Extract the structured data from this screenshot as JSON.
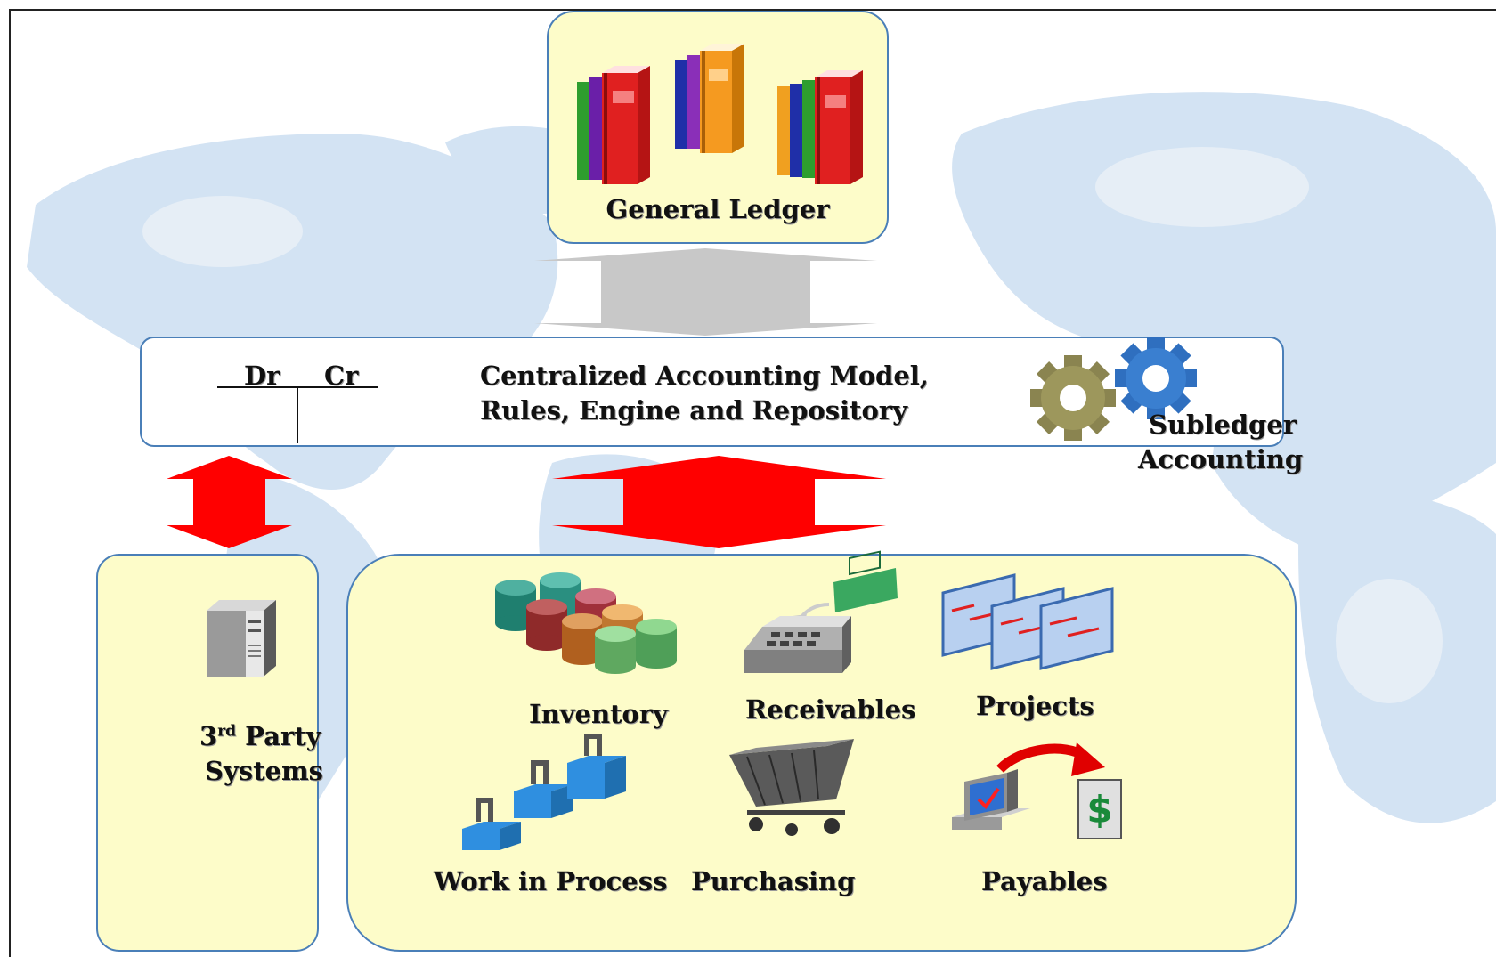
{
  "general_ledger": {
    "label": "General Ledger"
  },
  "accounting_model": {
    "debit_label": "Dr",
    "credit_label": "Cr",
    "line1": "Centralized Accounting Model,",
    "line2": "Rules, Engine and Repository",
    "subledger_line1": "Subledger",
    "subledger_line2": "Accounting"
  },
  "third_party": {
    "line1_num": "3",
    "line1_sup": "rd",
    "line1_rest": " Party",
    "line2": "Systems"
  },
  "modules": {
    "inventory": "Inventory",
    "receivables": "Receivables",
    "projects": "Projects",
    "work_in_process": "Work in Process",
    "purchasing": "Purchasing",
    "payables": "Payables"
  },
  "colors": {
    "panel_fill": "#fdfcc9",
    "panel_border": "#4a7fb8",
    "arrow_red": "#ff0000",
    "arrow_gray": "#c8c8c8",
    "map_blue": "#cfe1f2"
  },
  "icons": {
    "ledger": "books-icon",
    "gears": "gears-icon",
    "server": "server-icon",
    "inventory": "database-cylinders-icon",
    "receivables": "cash-register-icon",
    "projects": "gantt-sheets-icon",
    "wip": "assembly-blocks-icon",
    "purchasing": "shopping-cart-icon",
    "payables": "computer-dollar-icon"
  }
}
